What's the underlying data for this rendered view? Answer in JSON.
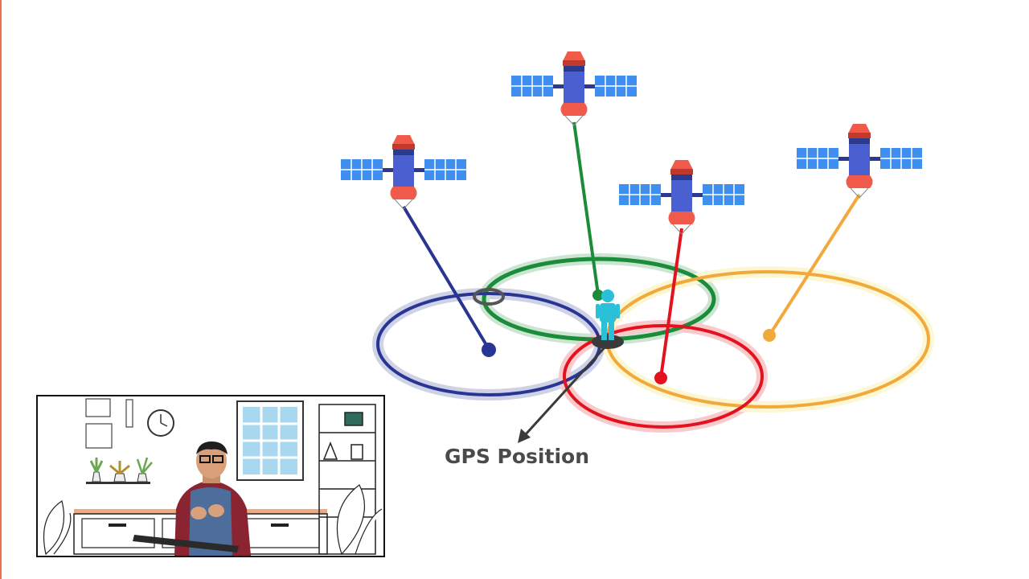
{
  "diagram": {
    "gps_label": "GPS Position",
    "colors": {
      "accent_border": "#e8734a",
      "satellite_body": "#4a5fd0",
      "satellite_panels": "#3f8ff0",
      "satellite_cap": "#ef5a4a",
      "blue": "#283593",
      "green": "#1b8c3a",
      "red": "#e3121e",
      "orange": "#f2a93b",
      "person": "#29c0d8"
    },
    "satellites": [
      {
        "name": "satellite-blue",
        "color": "#283593"
      },
      {
        "name": "satellite-green",
        "color": "#1b8c3a"
      },
      {
        "name": "satellite-red",
        "color": "#e3121e"
      },
      {
        "name": "satellite-orange",
        "color": "#f2a93b"
      }
    ]
  },
  "webcam": {
    "icons": [
      "clock-icon",
      "plant-icon",
      "window-icon",
      "bookshelf-icon",
      "presenter-figure"
    ]
  }
}
